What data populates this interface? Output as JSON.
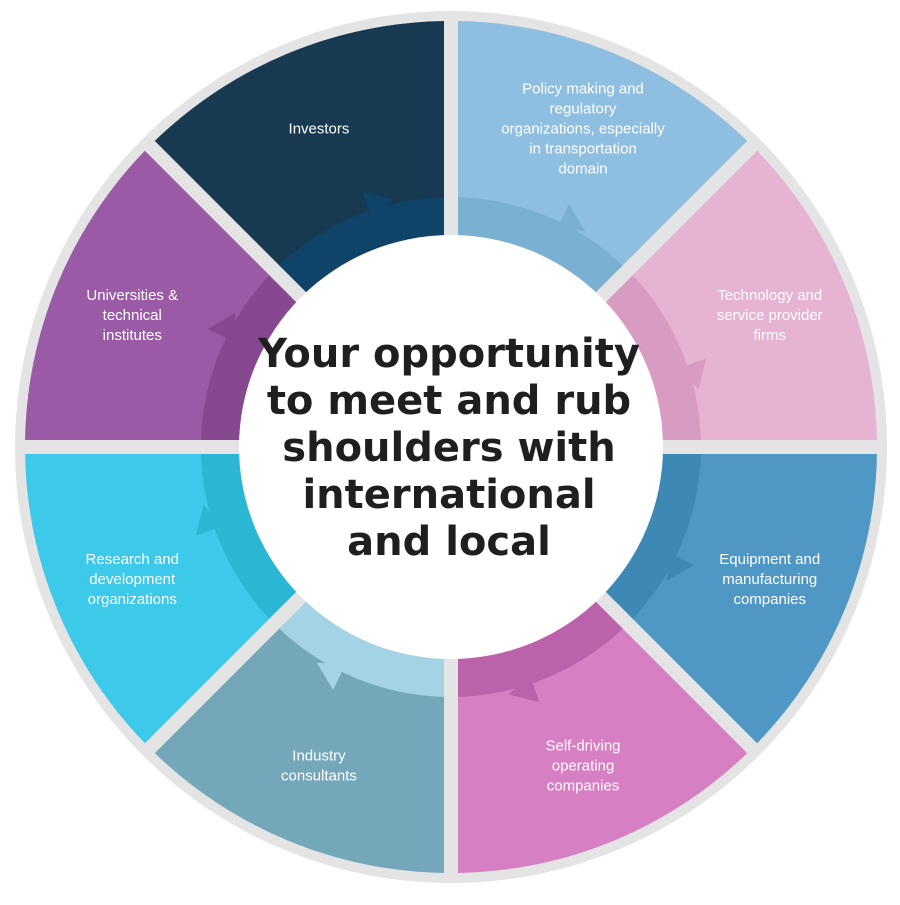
{
  "center": {
    "title_lines": [
      "Your opportunity",
      "to meet and rub",
      "shoulders with",
      "international",
      "and local"
    ]
  },
  "segments": [
    {
      "id": "policy",
      "label_lines": [
        "Policy making and",
        "regulatory",
        "organizations, especially",
        "in transportation",
        "domain"
      ],
      "color": "#8fbfe0",
      "inner_color": "#7ab0d2"
    },
    {
      "id": "technology",
      "label_lines": [
        "Technology and",
        "service provider",
        "firms"
      ],
      "color": "#e7b3d3",
      "inner_color": "#d89cc3"
    },
    {
      "id": "equipment",
      "label_lines": [
        "Equipment and",
        "manufacturing",
        "companies"
      ],
      "color": "#4f97c5",
      "inner_color": "#3e88b6"
    },
    {
      "id": "self-driving",
      "label_lines": [
        "Self-driving",
        "operating",
        "companies"
      ],
      "color": "#d67fc3",
      "inner_color": "#bb62aa"
    },
    {
      "id": "consultants",
      "label_lines": [
        "Industry",
        "consultants"
      ],
      "color": "#75a7bb",
      "inner_color": "#a3d3e5"
    },
    {
      "id": "research",
      "label_lines": [
        "Research and",
        "development",
        "organizations"
      ],
      "color": "#3dc9ea",
      "inner_color": "#2bb6d3"
    },
    {
      "id": "universities",
      "label_lines": [
        "Universities &",
        "technical",
        "institutes"
      ],
      "color": "#9a5aa6",
      "inner_color": "#86488f"
    },
    {
      "id": "investors",
      "label_lines": [
        "Investors"
      ],
      "color": "#173a52",
      "inner_color": "#0f4468"
    }
  ]
}
